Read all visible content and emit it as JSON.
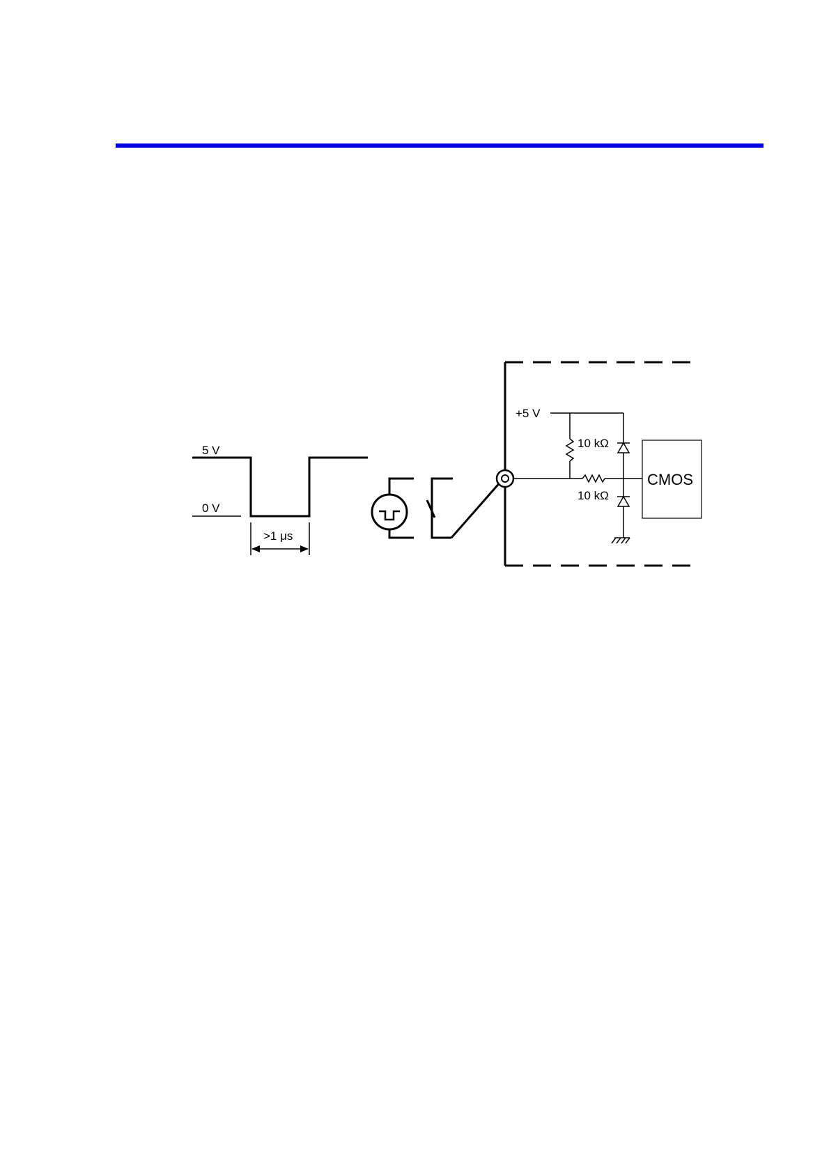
{
  "header": {
    "rule_color": "#0000e0"
  },
  "waveform": {
    "high_label": "5 V",
    "low_label": "0 V",
    "pulse_width_label": ">1 μs"
  },
  "circuit": {
    "supply_label": "+5 V",
    "pullup_resistor_label": "10 kΩ",
    "series_resistor_label": "10 kΩ",
    "ic_label": "CMOS",
    "source_icon": "pulse-generator-icon",
    "ground_icon": "ground-icon"
  }
}
